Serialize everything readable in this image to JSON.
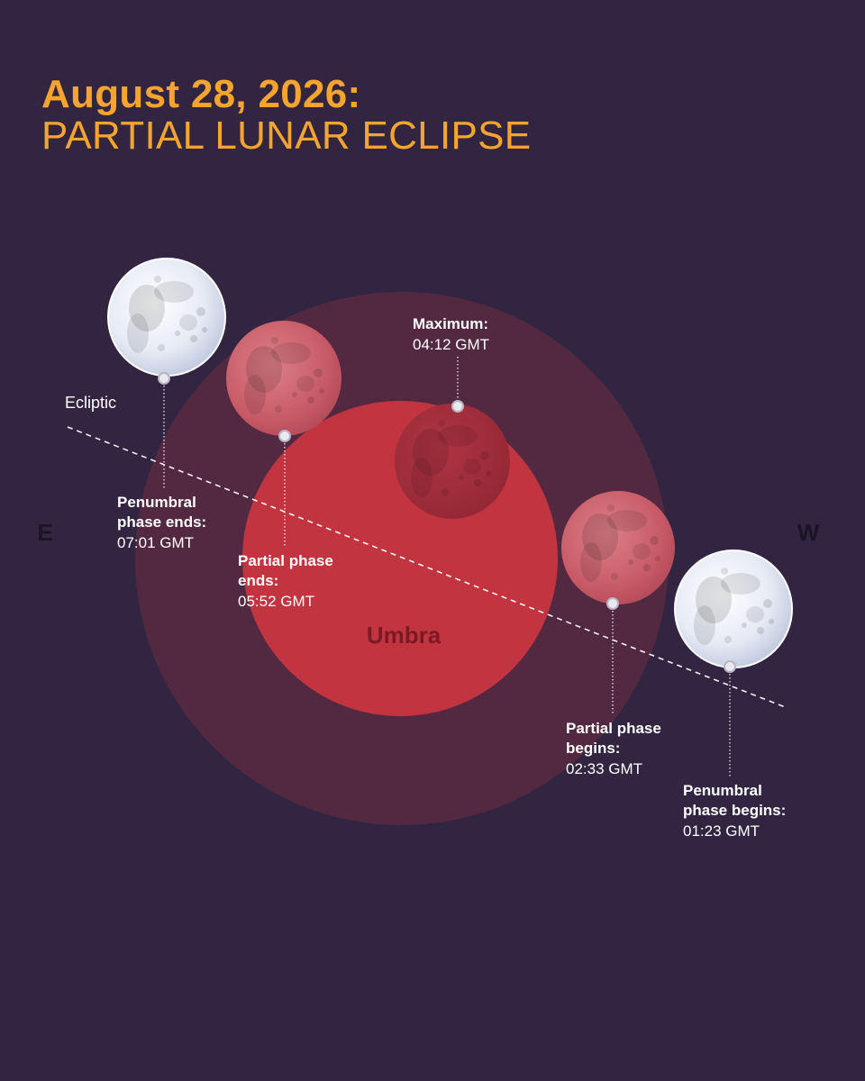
{
  "title": {
    "date": "August 28, 2026:",
    "subtitle": "PARTIAL LUNAR ECLIPSE"
  },
  "labels": {
    "ecliptic": "Ecliptic",
    "east": "E",
    "west": "W",
    "umbra": "Umbra"
  },
  "events": [
    {
      "id": "penumbral-begins",
      "line1": "Penumbral",
      "line2": "phase begins:",
      "time": "01:23 GMT"
    },
    {
      "id": "partial-begins",
      "line1": "Partial phase",
      "line2": "begins:",
      "time": "02:33 GMT"
    },
    {
      "id": "maximum",
      "line1": "Maximum:",
      "time": "04:12 GMT"
    },
    {
      "id": "partial-ends",
      "line1": "Partial phase",
      "line2": "ends:",
      "time": "05:52 GMT"
    },
    {
      "id": "penumbral-ends",
      "line1": "Penumbral",
      "line2": "phase ends:",
      "time": "07:01 GMT"
    }
  ],
  "colors": {
    "background": "#322541",
    "title": "#f5a52e",
    "penumbra": "#532941",
    "umbra": "#c33441",
    "umbra_text": "#7a1a24",
    "moon_full": "#eef1f8",
    "moon_red": "#c85a66",
    "moon_max": "#9e2232"
  }
}
